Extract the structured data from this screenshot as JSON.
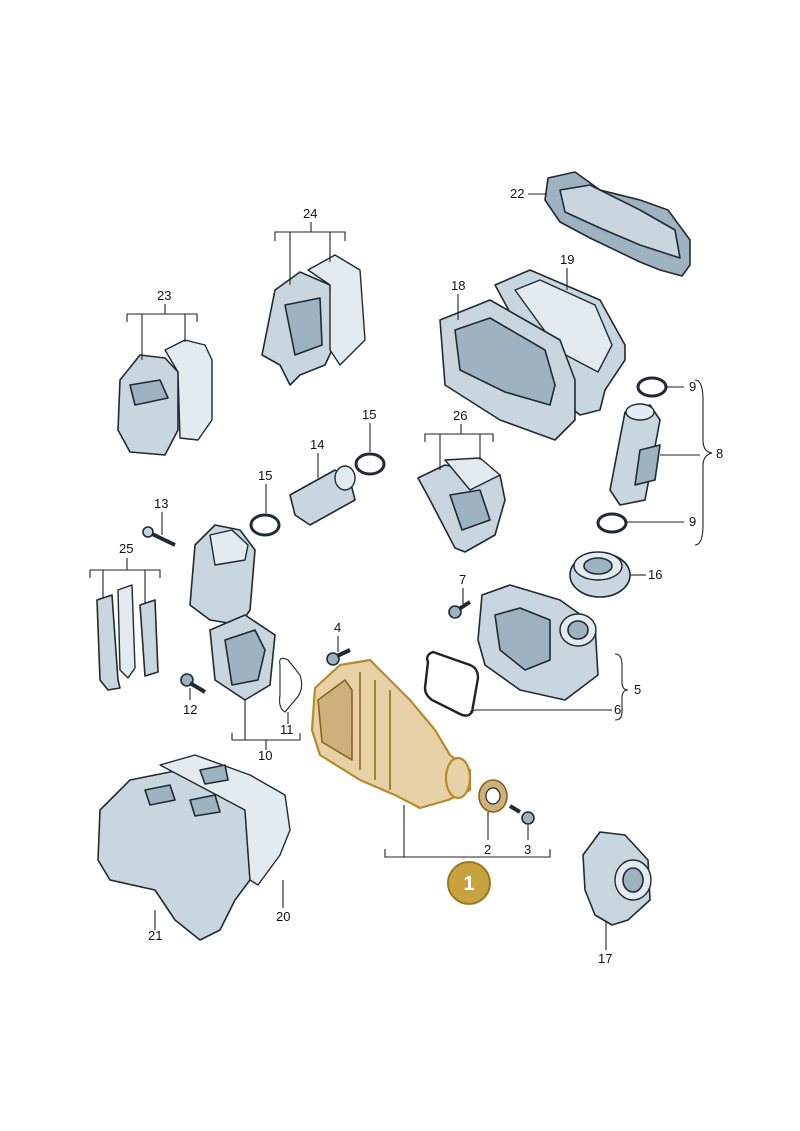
{
  "labels": {
    "l1": "1",
    "l2": "2",
    "l3": "3",
    "l4": "4",
    "l5": "5",
    "l6": "6",
    "l7": "7",
    "l8": "8",
    "l9a": "9",
    "l9b": "9",
    "l10": "10",
    "l11": "11",
    "l12": "12",
    "l13": "13",
    "l14": "14",
    "l15a": "15",
    "l15b": "15",
    "l16": "16",
    "l17": "17",
    "l18": "18",
    "l19": "19",
    "l20": "20",
    "l21": "21",
    "l22": "22",
    "l23": "23",
    "l24": "24",
    "l25": "25",
    "l26": "26"
  },
  "colors": {
    "highlight": "#c9a240",
    "part_fill": "#c9d6df",
    "line": "#1f2a33"
  }
}
